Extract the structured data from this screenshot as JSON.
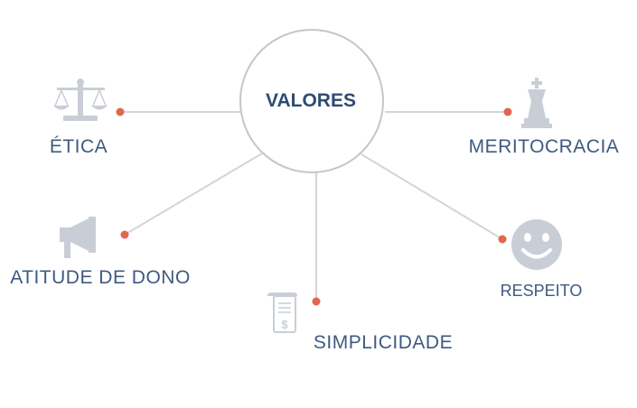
{
  "center": {
    "label": "VALORES"
  },
  "nodes": [
    {
      "id": "etica",
      "label": "ÉTICA",
      "icon": "scales-icon"
    },
    {
      "id": "meritocracia",
      "label": "MERITOCRACIA",
      "icon": "chess-king-icon"
    },
    {
      "id": "atitude",
      "label": "ATITUDE DE DONO",
      "icon": "megaphone-icon"
    },
    {
      "id": "simplicidade",
      "label": "SIMPLICIDADE",
      "icon": "document-dollar-icon"
    },
    {
      "id": "respeito",
      "label": "RESPEITO",
      "icon": "smiley-icon"
    }
  ],
  "colors": {
    "line": "#d3d5d9",
    "circle": "#c4c6ca",
    "dot": "#e0674e",
    "icon": "#c9ced6",
    "text": "#3e5a80",
    "center_text": "#2f4b73"
  }
}
